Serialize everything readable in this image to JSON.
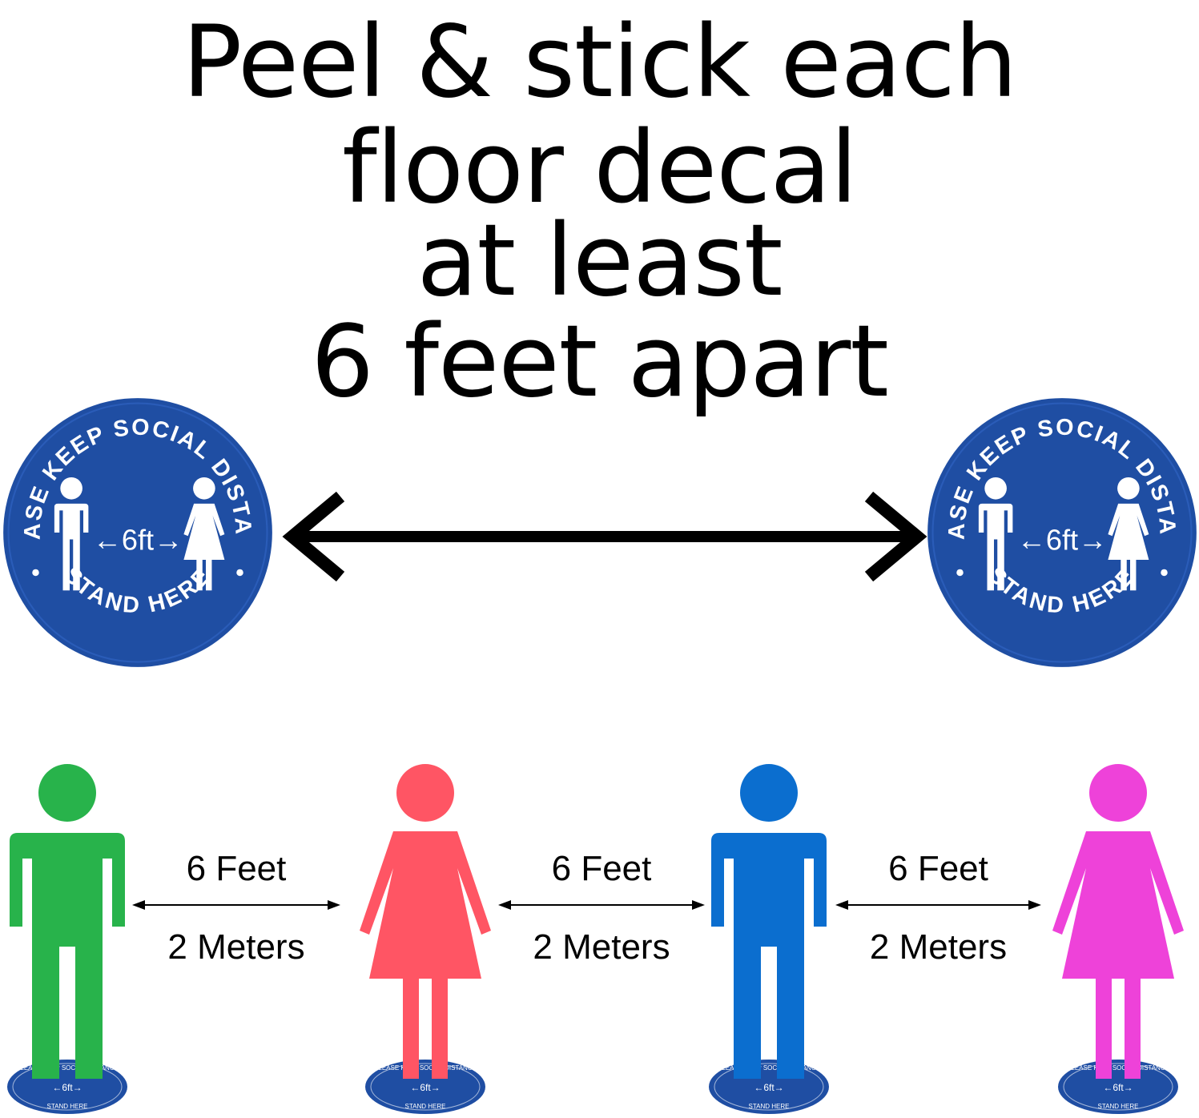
{
  "headline": {
    "line1": "Peel & stick each",
    "line2": "floor  decal",
    "line3": "at least",
    "line4": "6 feet apart"
  },
  "decal": {
    "top_arc": "PLEASE KEEP SOCIAL DISTANCE",
    "bottom_arc": "STAND HERE",
    "center_label": "←6ft→",
    "color": "#1f4ea3"
  },
  "people": [
    {
      "figure": "man-icon",
      "color": "#28b34b"
    },
    {
      "figure": "woman-icon",
      "color": "#ff5564"
    },
    {
      "figure": "man-icon",
      "color": "#0b6ecf"
    },
    {
      "figure": "woman-icon",
      "color": "#ee42d9"
    }
  ],
  "distances": [
    {
      "feet": "6 Feet",
      "meters": "2 Meters"
    },
    {
      "feet": "6 Feet",
      "meters": "2 Meters"
    },
    {
      "feet": "6 Feet",
      "meters": "2 Meters"
    }
  ]
}
